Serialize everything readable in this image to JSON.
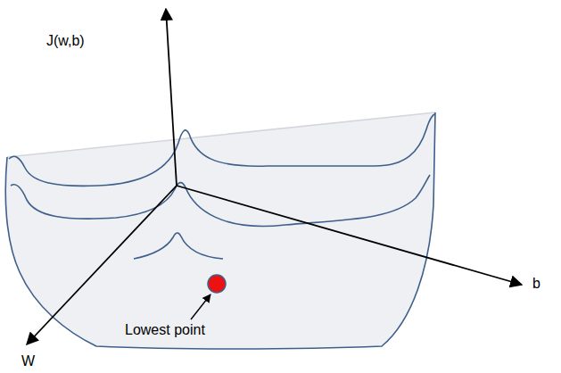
{
  "diagram": {
    "labels": [
      "J(w,b)",
      "b",
      "W",
      "Lowest point"
    ]
  }
}
